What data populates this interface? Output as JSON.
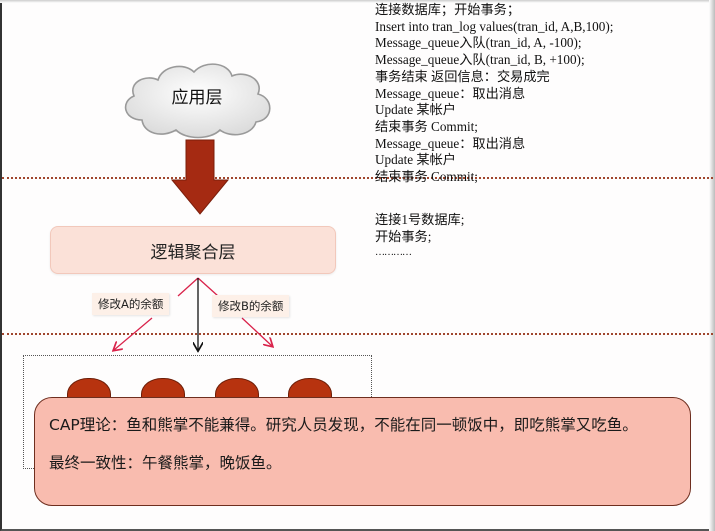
{
  "code_block_1": {
    "lines": [
      "连接数据库；开始事务；",
      "Insert into tran_log values(tran_id, A,B,100);",
      "Message_queue入队(tran_id, A, -100);",
      "Message_queue入队(tran_id, B, +100);",
      "事务结束 返回信息：交易成完",
      "Message_queue：取出消息",
      "Update 某帐户",
      "结束事务 Commit;",
      "Message_queue：取出消息",
      "Update 某帐户",
      "结束事务 Commit;"
    ]
  },
  "code_block_2": {
    "lines": [
      "连接1号数据库;",
      "开始事务;",
      "…………"
    ]
  },
  "diagram": {
    "app_layer_label": "应用层",
    "logic_layer_label": "逻辑聚合层",
    "branch_a_label": "修改A的余额",
    "branch_b_label": "修改B的余额",
    "database_count": 4
  },
  "note": {
    "line1": "CAP理论：鱼和熊掌不能兼得。研究人员发现，不能在同一顿饭中，即吃熊掌又吃鱼。",
    "line2": "最终一致性：午餐熊掌，晚饭鱼。"
  },
  "colors": {
    "divider": "#a0462e",
    "arrow": "#a52a12",
    "db": "#b7330f",
    "note_bg": "#f9bcaf",
    "logic_bg": "#fbe1d8",
    "branch_arrow": "#d9224a"
  }
}
